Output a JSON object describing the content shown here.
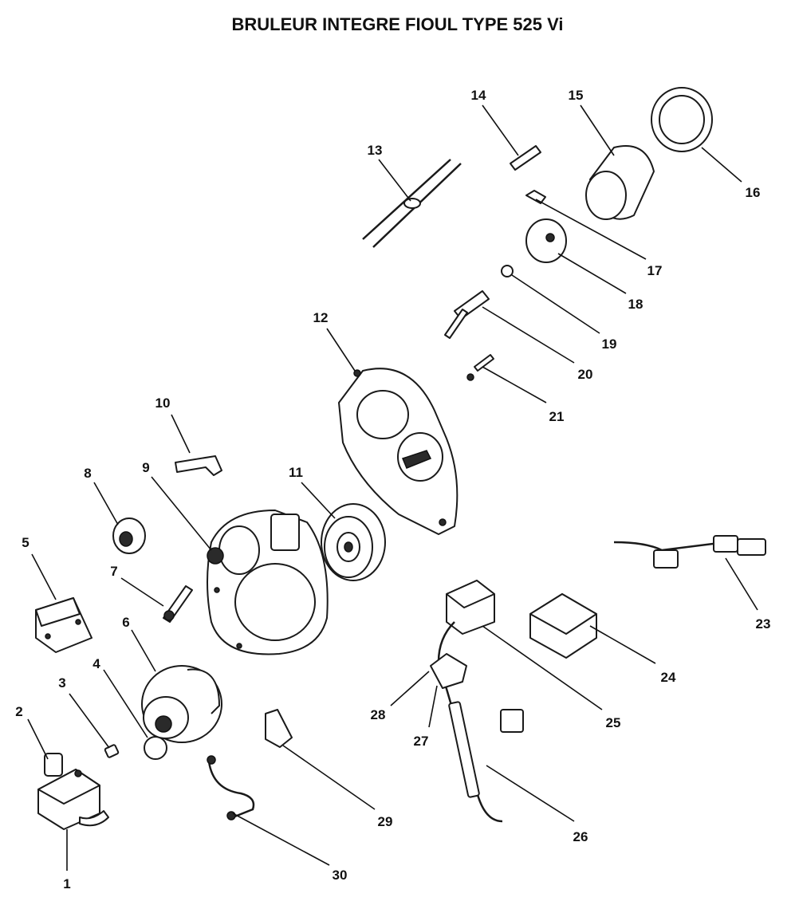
{
  "title": "BRULEUR INTEGRE FIOUL TYPE 525 Vi",
  "labels": [
    "1",
    "2",
    "3",
    "4",
    "5",
    "6",
    "7",
    "8",
    "9",
    "10",
    "11",
    "12",
    "13",
    "14",
    "15",
    "16",
    "17",
    "18",
    "19",
    "20",
    "21",
    "23",
    "24",
    "25",
    "26",
    "27",
    "28",
    "29",
    "30"
  ]
}
